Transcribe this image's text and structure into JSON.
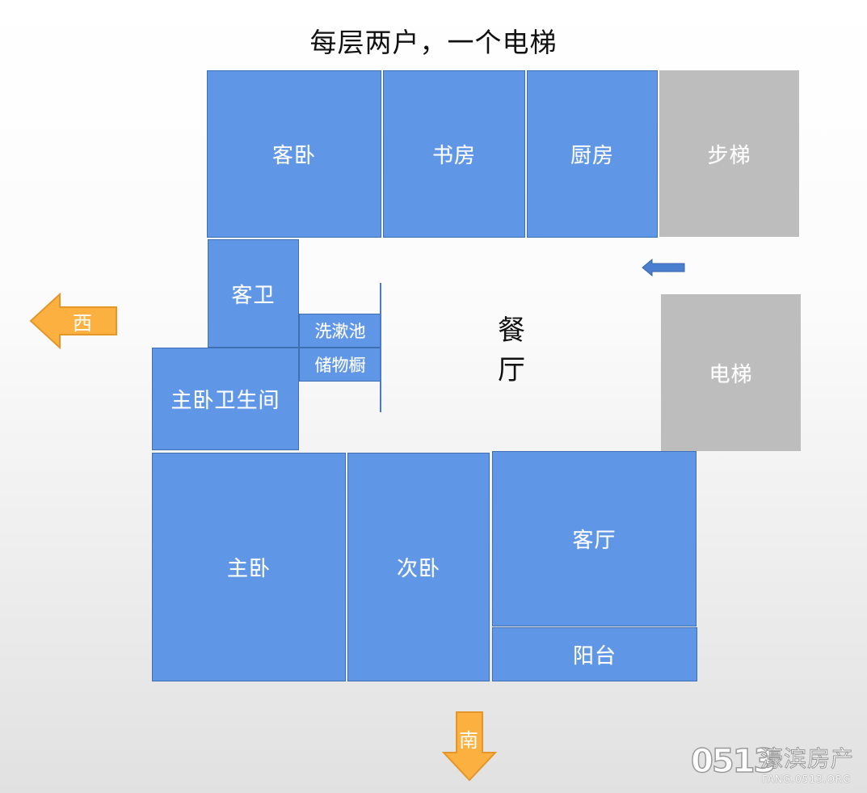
{
  "title": "每层两户，一个电梯",
  "rooms": {
    "guest_bedroom": "客卧",
    "study": "书房",
    "kitchen": "厨房",
    "stairs": "步梯",
    "guest_bathroom": "客卫",
    "wash_basin": "洗漱池",
    "storage_cabinet": "储物橱",
    "master_bathroom": "主卧卫生间",
    "dining_hall": "餐厅",
    "elevator": "电梯",
    "master_bedroom": "主卧",
    "second_bedroom": "次卧",
    "living_room": "客厅",
    "balcony": "阳台"
  },
  "directions": {
    "west": "西",
    "south": "南"
  },
  "logo": {
    "mark": "0513",
    "name": "濠滨房产",
    "url": "FANG.0513.ORG"
  },
  "colors": {
    "room_blue": "#5f96e6",
    "room_border": "#3f6fb3",
    "shaft_grey": "#bdbdbd",
    "arrow_orange": "#fbb040",
    "arrow_outline": "#e5962a",
    "entry_arrow_blue": "#4a7fd0"
  }
}
